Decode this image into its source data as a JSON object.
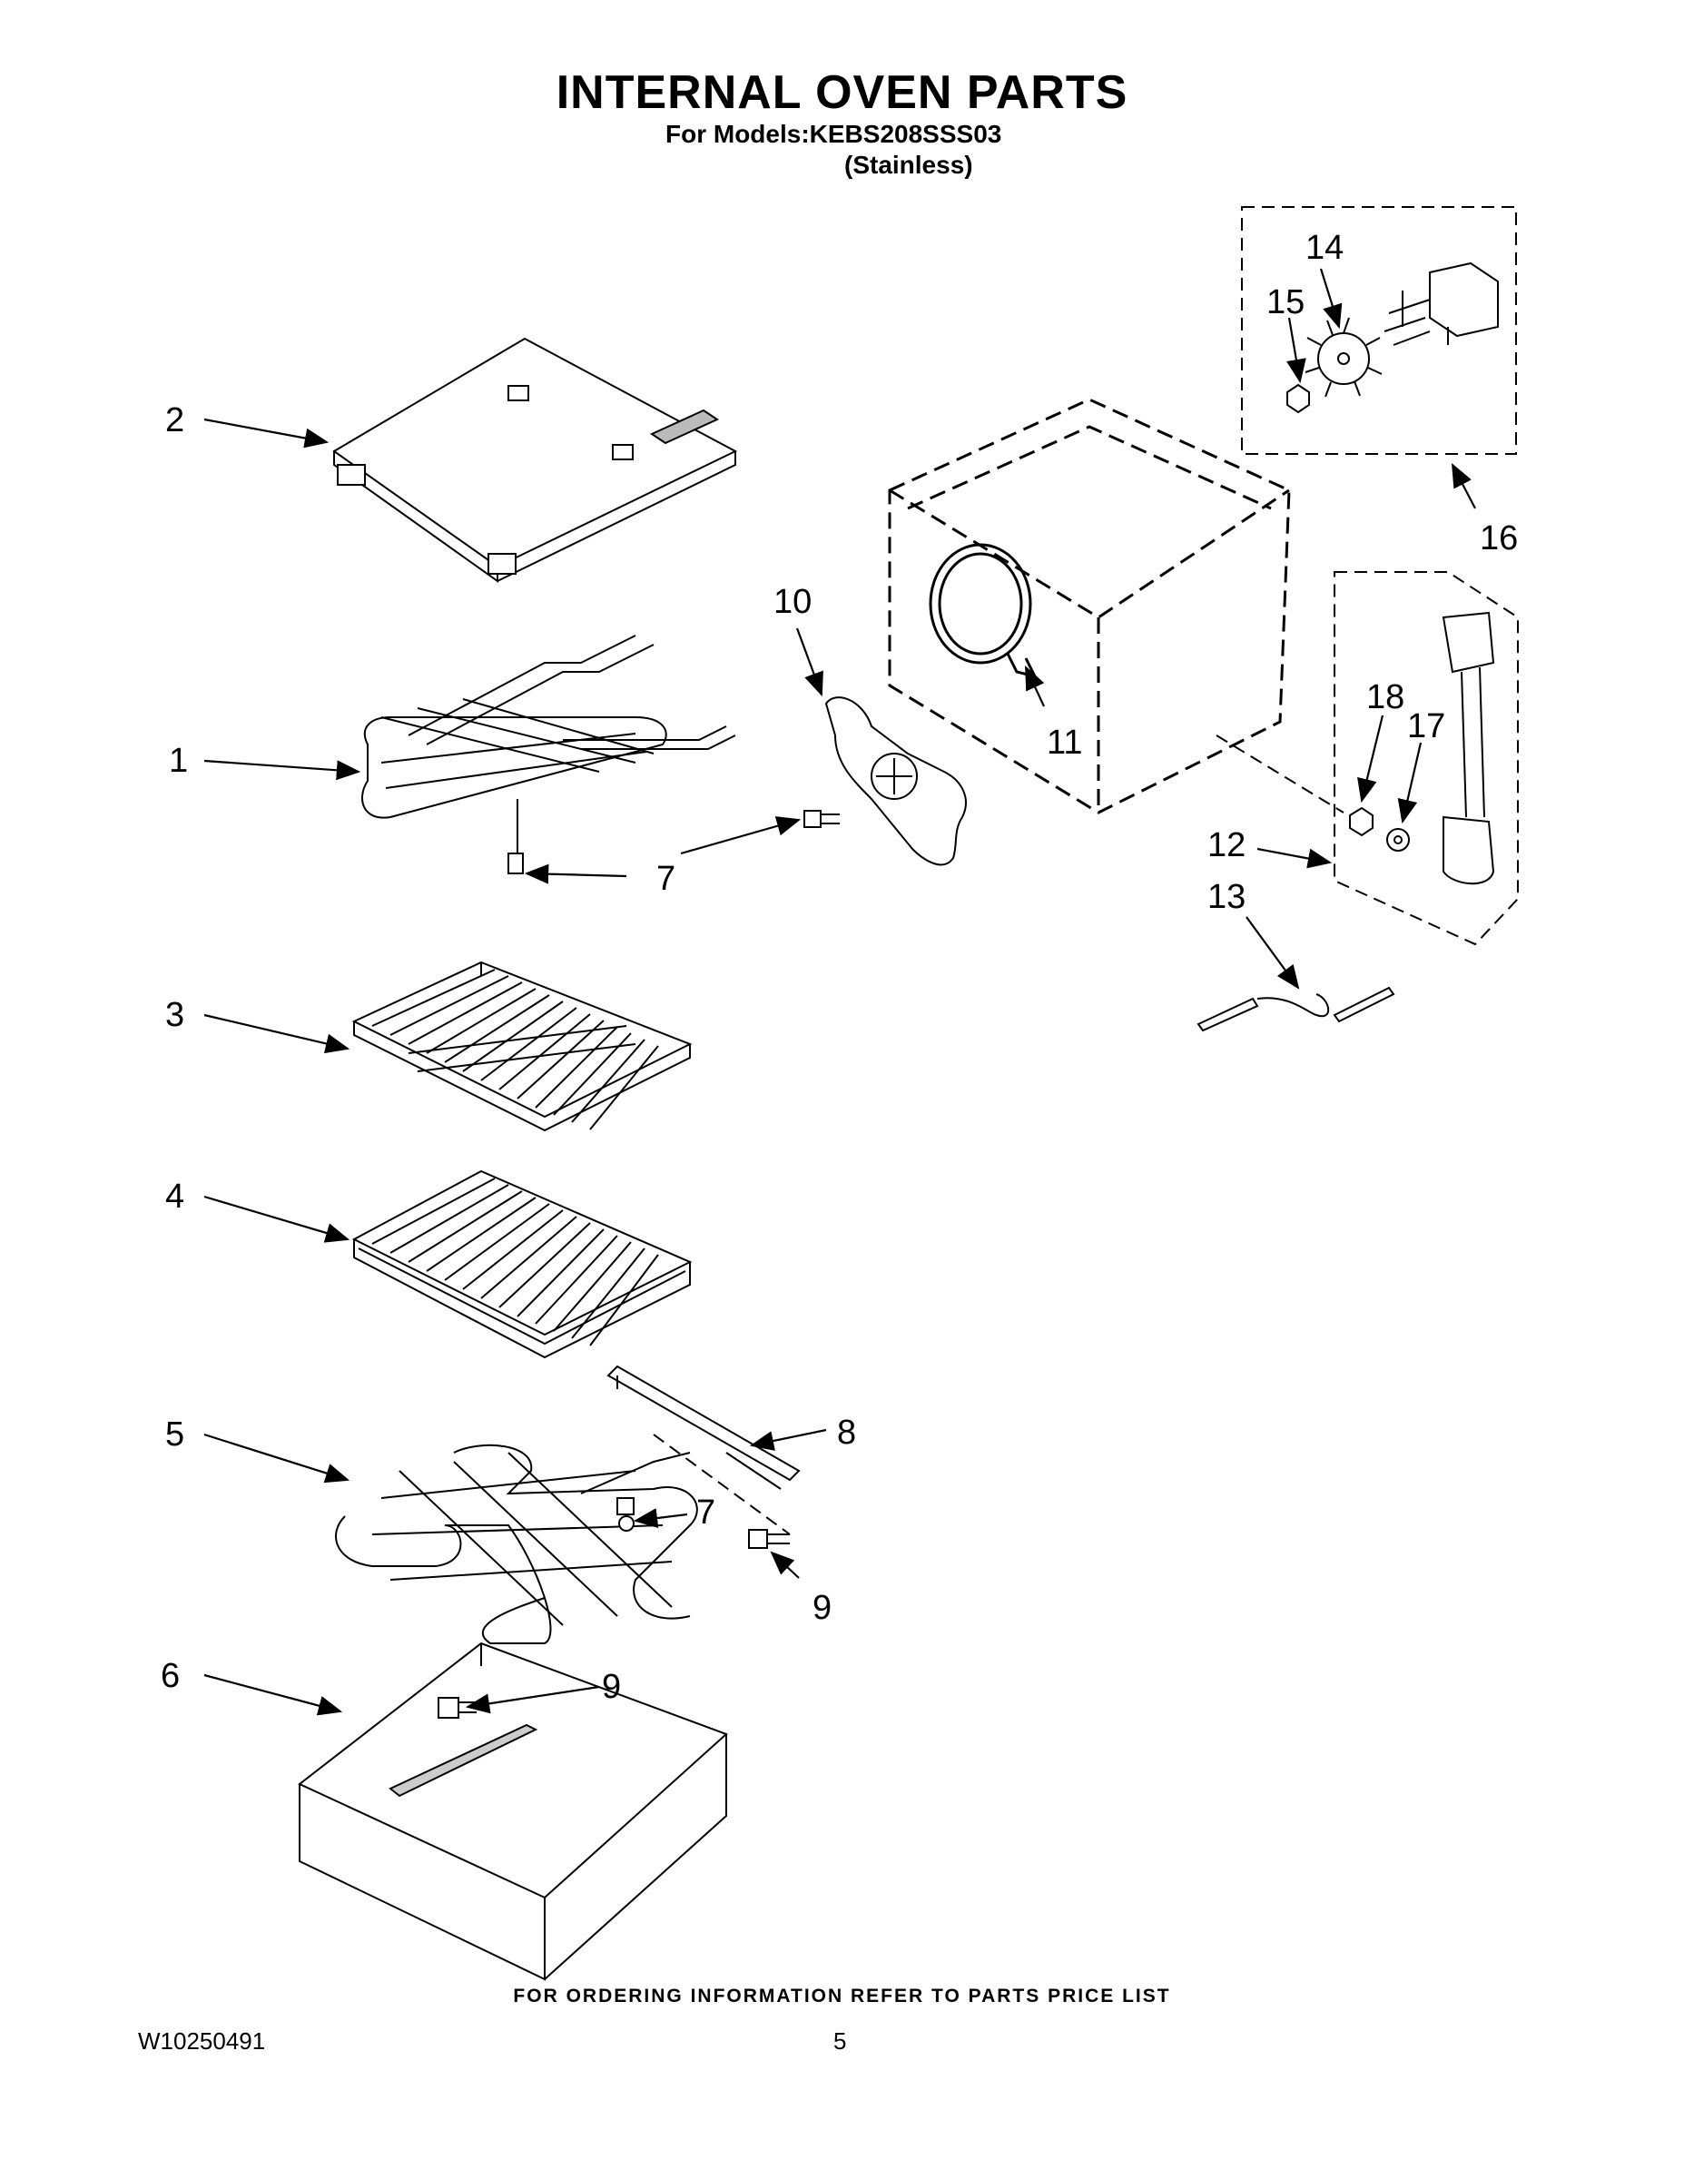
{
  "header": {
    "title": "INTERNAL OVEN PARTS",
    "models_line": "For Models:KEBS208SSS03",
    "finish_line": "(Stainless)"
  },
  "callouts": [
    "1",
    "2",
    "3",
    "4",
    "5",
    "6",
    "7",
    "7",
    "8",
    "9",
    "9",
    "10",
    "11",
    "12",
    "13",
    "14",
    "15",
    "16",
    "17",
    "18"
  ],
  "footer": {
    "ordering_note": "FOR ORDERING INFORMATION REFER TO PARTS PRICE LIST",
    "document_number": "W10250491",
    "page_number": "5"
  }
}
